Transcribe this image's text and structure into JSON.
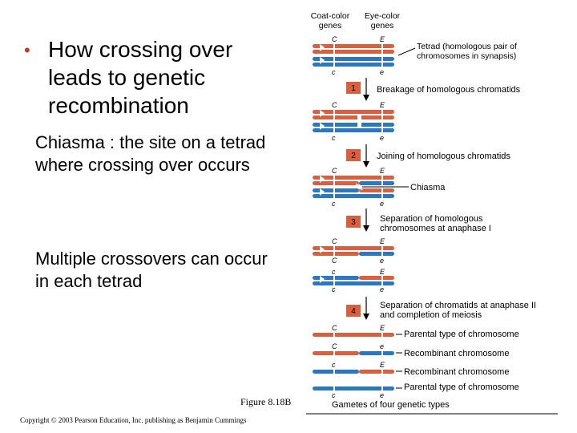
{
  "left": {
    "bullet": "How crossing over leads to genetic recombination",
    "chiasma_definition": "Chiasma : the site on a tetrad where crossing over occurs",
    "multiple": "Multiple crossovers can occur in each tetrad"
  },
  "headers": {
    "coat": "Coat-color genes",
    "eye": "Eye-color genes"
  },
  "tetrad_label": "Tetrad (homologous pair of chromosomes in synapsis)",
  "steps": [
    {
      "num": "1",
      "text": "Breakage of homologous chromatids"
    },
    {
      "num": "2",
      "text": "Joining of homologous chromatids"
    },
    {
      "num": "3",
      "text": "Separation of homologous chromosomes at anaphase I"
    },
    {
      "num": "4",
      "text": "Separation of chromatids at anaphase II and completion of meiosis"
    }
  ],
  "chiasma_label": "Chiasma",
  "gene_letters": {
    "C": "C",
    "c": "c",
    "E": "E",
    "e": "e"
  },
  "gametes": [
    {
      "label": "Parental type of chromosome"
    },
    {
      "label": "Recombinant chromosome"
    },
    {
      "label": "Recombinant chromosome"
    },
    {
      "label": "Parental type of chromosome"
    }
  ],
  "gametes_caption": "Gametes of four genetic types",
  "figure": "Figure 8.18B",
  "copyright": "Copyright © 2003 Pearson Education, Inc. publishing as Benjamin Cummings",
  "colors": {
    "red": "#d9603f",
    "blue": "#2a78c2",
    "bullet": "#c0392b"
  }
}
